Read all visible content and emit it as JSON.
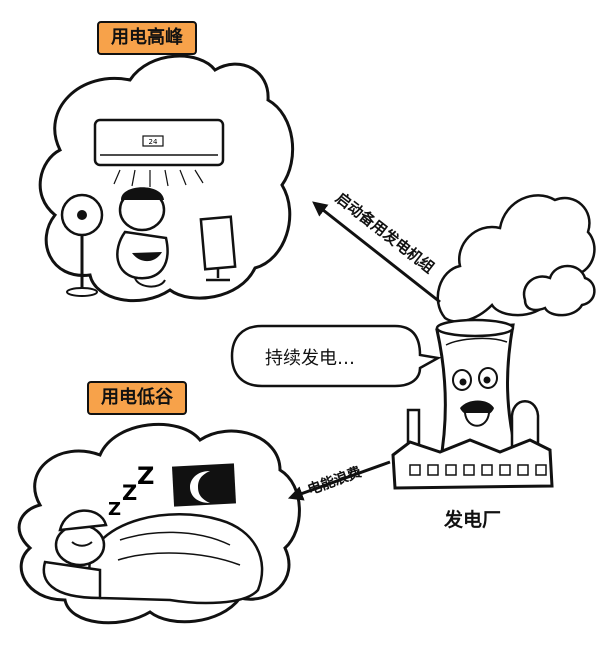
{
  "labels": {
    "peak": "用电高峰",
    "valley": "用电低谷",
    "plant": "发电厂"
  },
  "arrows": {
    "backup": "启动备用发电机组",
    "waste": "电能浪费"
  },
  "speech": "持续发电…",
  "ac_display": "24",
  "colors": {
    "tag_fill": "#f7a24a",
    "ink": "#111111",
    "shade": "#cfcfcf"
  },
  "icons": [
    "cloud-bubble",
    "air-conditioner-icon",
    "fan-icon",
    "tv-icon",
    "person-icon",
    "sleeping-person-icon",
    "zzz-icon",
    "moon-icon",
    "power-plant-icon",
    "smoke-icon",
    "speech-bubble",
    "arrow-icon"
  ]
}
